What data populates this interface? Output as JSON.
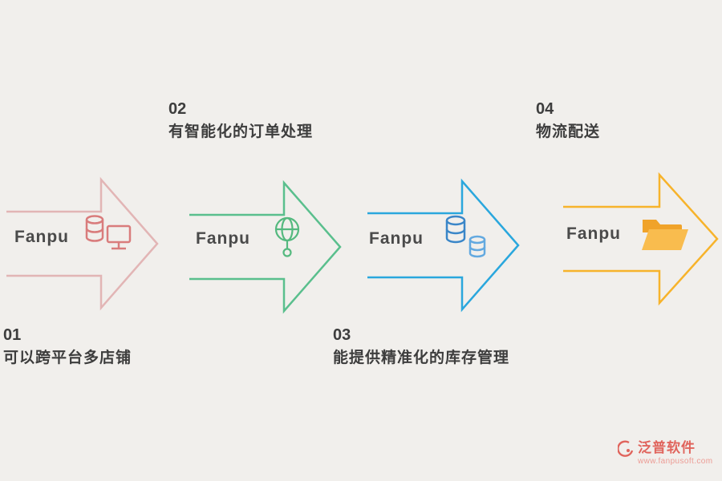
{
  "diagram_title": "fanpu-cross-border-ecommerce-process",
  "steps": [
    {
      "number": "01",
      "label": "可以跨平台多店铺",
      "brand": "Fanpu",
      "arrow_color": "#e2b5b5",
      "icon": "database-monitor-icon",
      "icon_color": "#d97c7c",
      "label_position": "bottom"
    },
    {
      "number": "02",
      "label": "有智能化的订单处理",
      "brand": "Fanpu",
      "arrow_color": "#5abf8d",
      "icon": "globe-network-icon",
      "icon_color": "#55b97f",
      "label_position": "top"
    },
    {
      "number": "03",
      "label": "能提供精准化的库存管理",
      "brand": "Fanpu",
      "arrow_color": "#2aa7dd",
      "icon": "database-stack-icon",
      "icon_color": "#3a86c8",
      "icon_color_secondary": "#63a9e0",
      "label_position": "bottom"
    },
    {
      "number": "04",
      "label": "物流配送",
      "brand": "Fanpu",
      "arrow_color": "#f7b32b",
      "icon": "open-folder-icon",
      "icon_color": "#f0a32a",
      "icon_color_secondary": "#f9bc4e",
      "label_position": "top"
    }
  ],
  "footer": {
    "brand": "泛普软件",
    "url": "www.fanpusoft.com",
    "color": "#e0645c"
  },
  "background_color": "#f1efec"
}
